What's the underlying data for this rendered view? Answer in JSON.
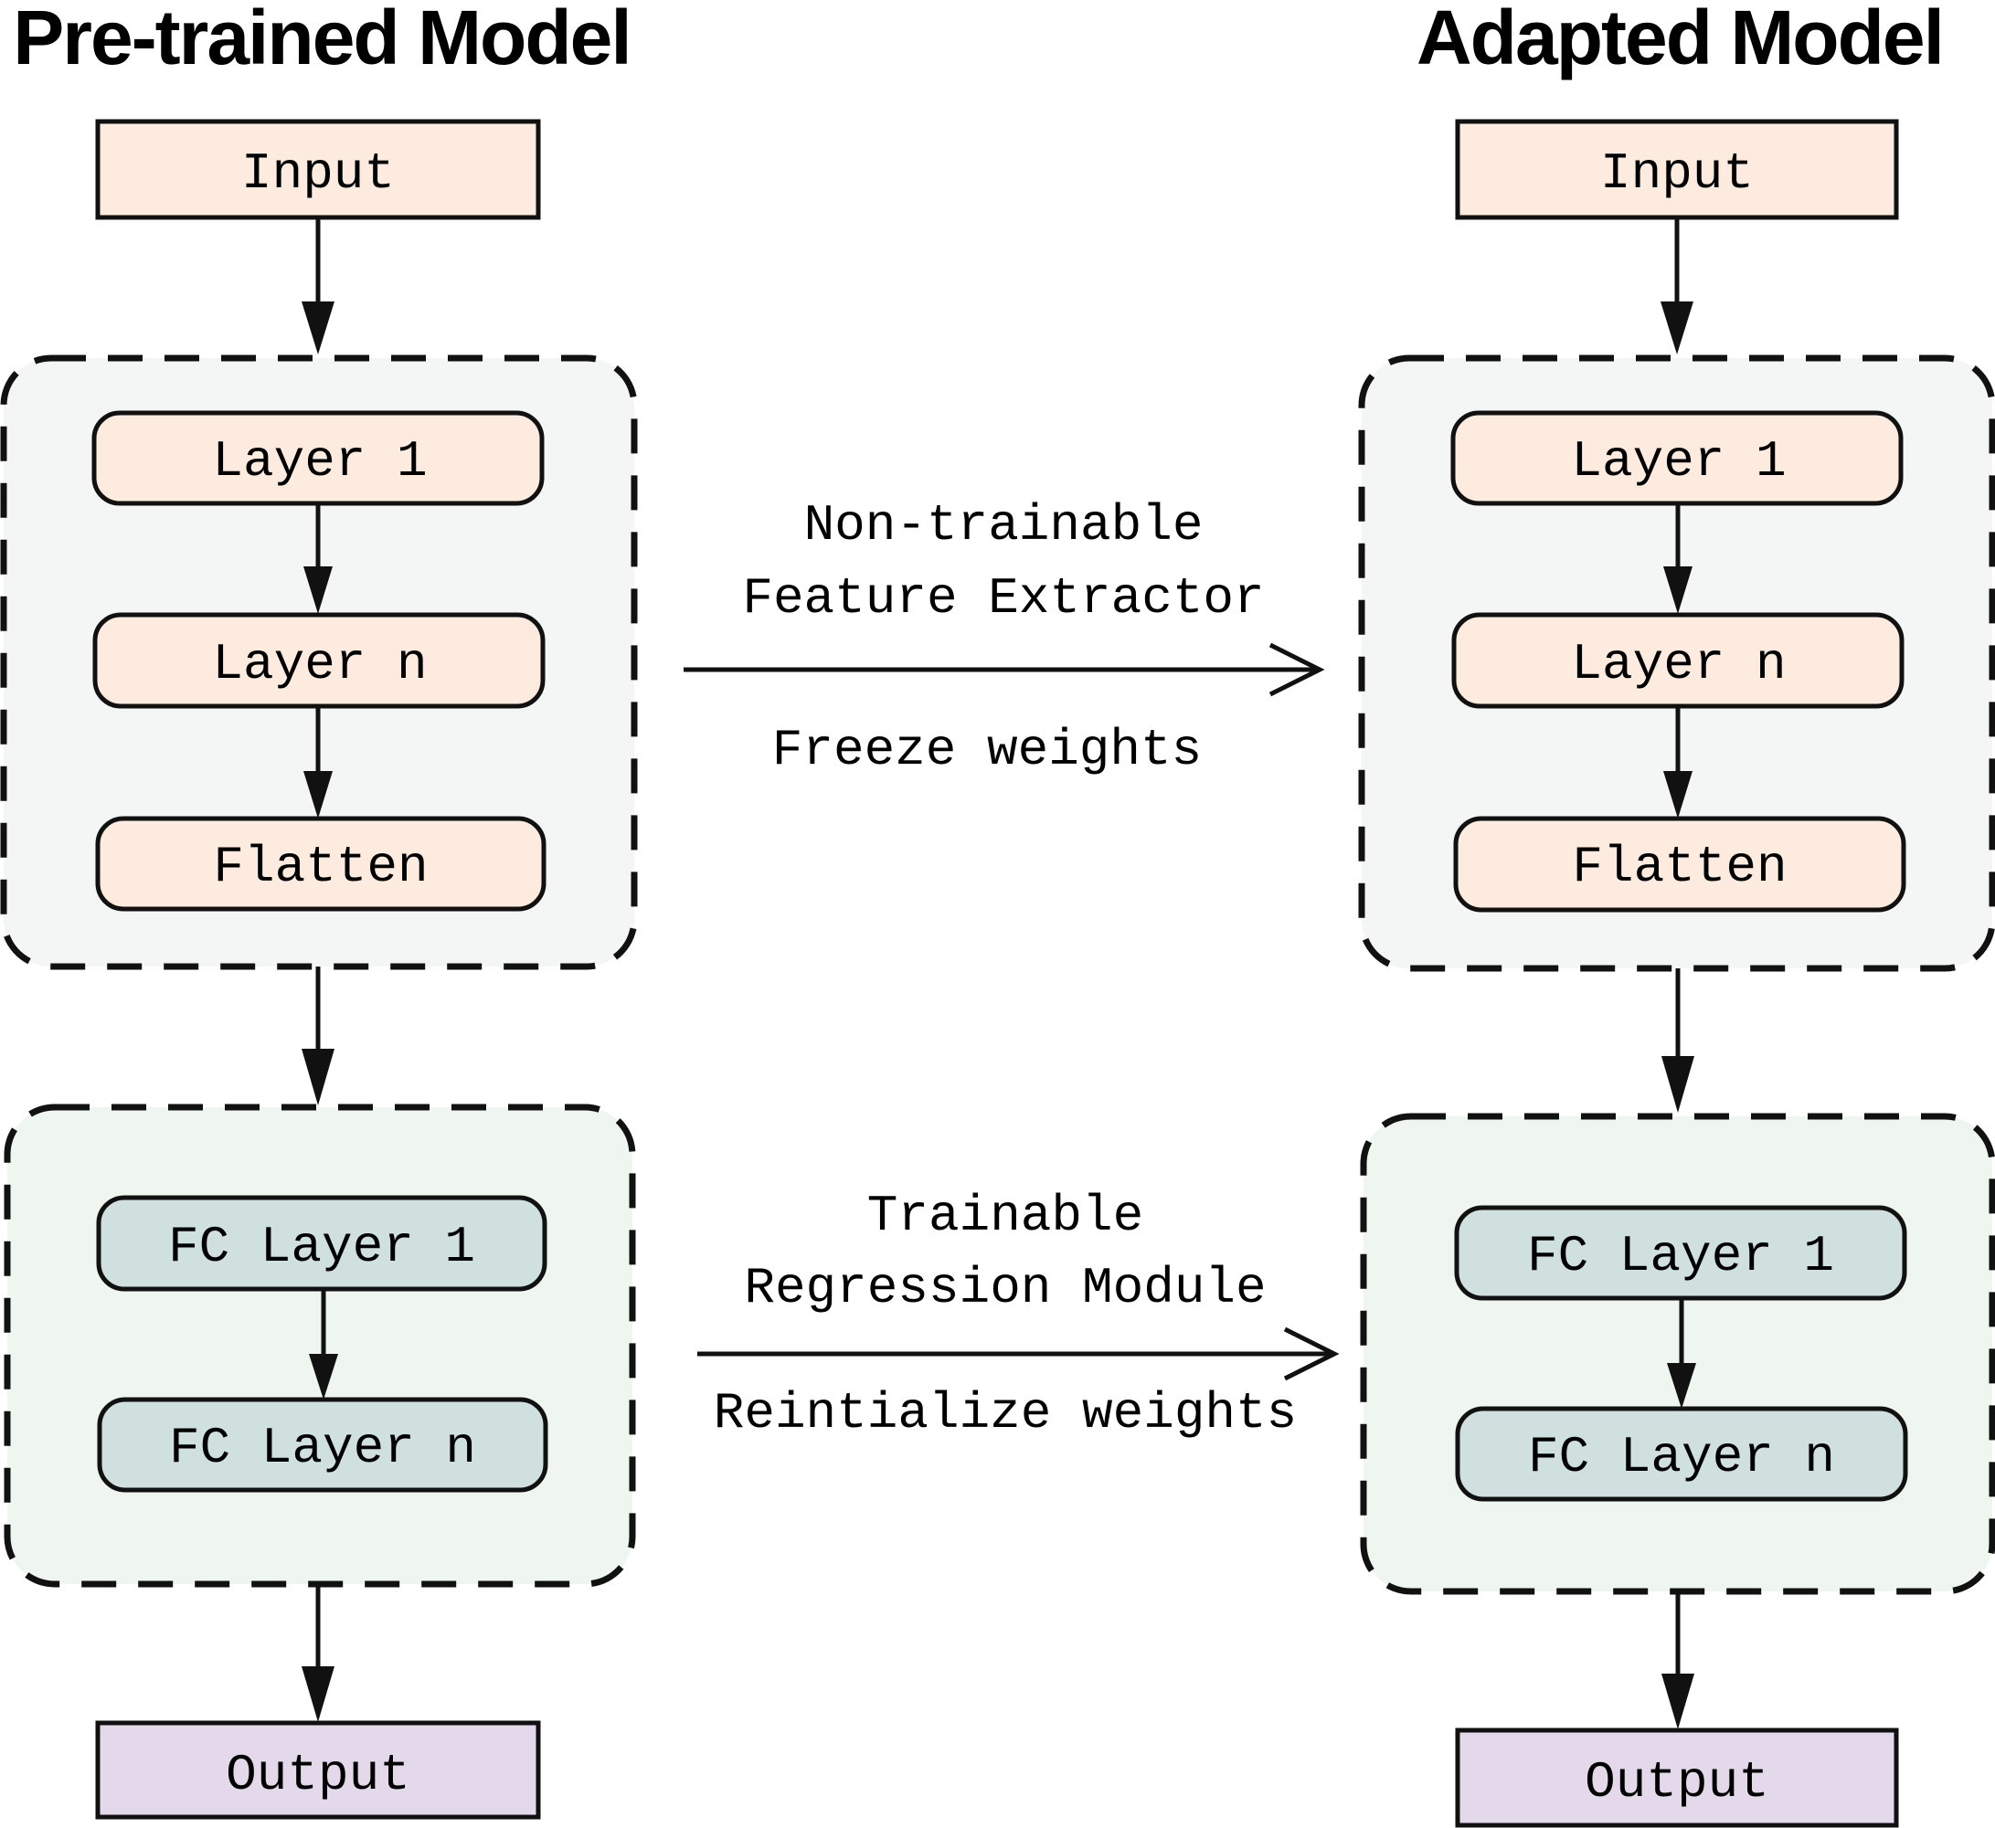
{
  "left": {
    "title": "Pre-trained Model",
    "input": "Input",
    "layer1": "Layer 1",
    "layern": "Layer n",
    "flatten": "Flatten",
    "fc1": "FC Layer 1",
    "fcn": "FC Layer n",
    "output": "Output"
  },
  "right": {
    "title": "Adapted Model",
    "input": "Input",
    "layer1": "Layer 1",
    "layern": "Layer n",
    "flatten": "Flatten",
    "fc1": "FC Layer 1",
    "fcn": "FC Layer n",
    "output": "Output"
  },
  "transfer_top": {
    "line1": "Non-trainable",
    "line2": "Feature Extractor",
    "sub": "Freeze weights"
  },
  "transfer_bottom": {
    "line1": "Trainable",
    "line2": "Regression Module",
    "sub": "Reintialize weights"
  },
  "colors": {
    "io_fill": "#fdebdf",
    "layer_fill": "#fdebdf",
    "fc_fill": "#cfe0df",
    "output_fill": "#e3d9ea",
    "feature_group_bg": "#f4f6f5",
    "regression_group_bg": "#eef6ef"
  }
}
